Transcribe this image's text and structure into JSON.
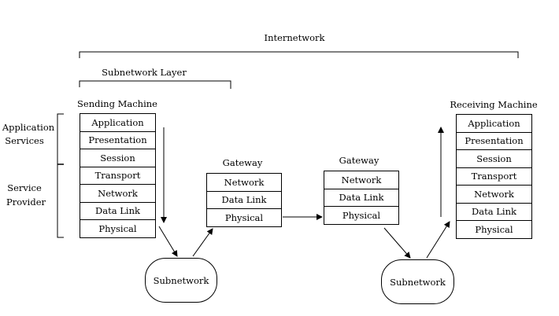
{
  "internetwork_label": "Internetwork",
  "subnetwork_layer_label": "Subnetwork Layer",
  "side_labels": {
    "application_services": [
      "Application",
      "Services"
    ],
    "service_provider": [
      "Service",
      "Provider"
    ]
  },
  "sending_machine": {
    "title": "Sending Machine",
    "layers": [
      "Application",
      "Presentation",
      "Session",
      "Transport",
      "Network",
      "Data Link",
      "Physical"
    ]
  },
  "gateway_1": {
    "title": "Gateway",
    "layers": [
      "Network",
      "Data Link",
      "Physical"
    ]
  },
  "gateway_2": {
    "title": "Gateway",
    "layers": [
      "Network",
      "Data Link",
      "Physical"
    ]
  },
  "receiving_machine": {
    "title": "Receiving Machine",
    "layers": [
      "Application",
      "Presentation",
      "Session",
      "Transport",
      "Network",
      "Data Link",
      "Physical"
    ]
  },
  "subnetwork_1": "Subnetwork",
  "subnetwork_2": "Subnetwork"
}
